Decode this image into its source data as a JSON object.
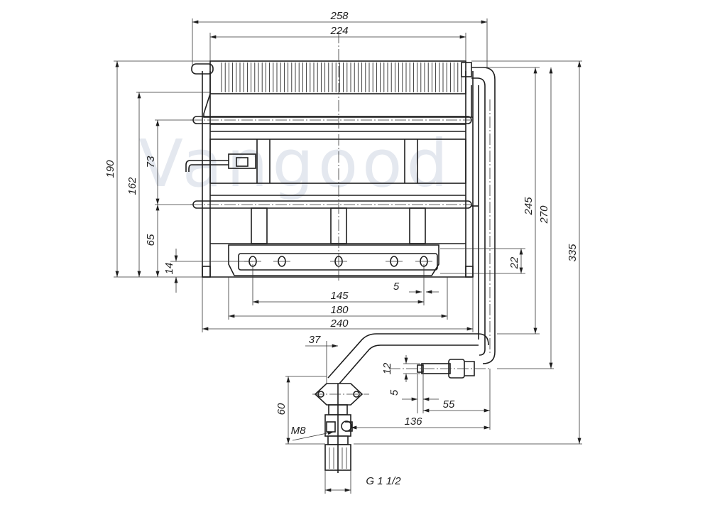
{
  "watermark": {
    "text": "Vangood",
    "color": "#cfd6e2"
  },
  "colors": {
    "line": "#1e1e1e",
    "background": "#ffffff"
  },
  "dimensions": {
    "top_overall": "258",
    "top_inner": "224",
    "height_190": "190",
    "height_162": "162",
    "height_73": "73",
    "height_65": "65",
    "height_14": "14",
    "height_22": "22",
    "height_245": "245",
    "height_270": "270",
    "height_335": "335",
    "width_5_burner": "5",
    "width_145": "145",
    "width_180": "180",
    "width_240": "240",
    "width_37": "37",
    "height_12": "12",
    "width_5_inlet": "5",
    "width_55": "55",
    "height_60": "60",
    "width_136": "136"
  },
  "labels": {
    "thread_m8": "M8",
    "thread_g": "G 1 1/2"
  }
}
